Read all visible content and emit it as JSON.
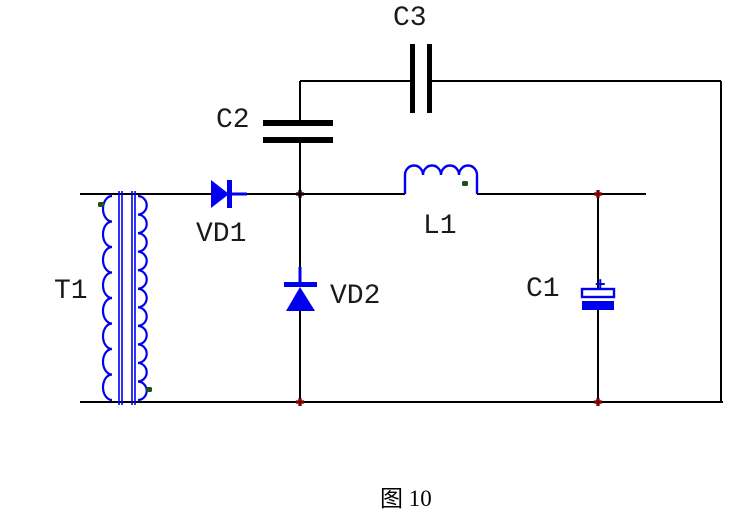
{
  "figure": {
    "caption": "图 10"
  },
  "components": {
    "transformer": {
      "label": "T1"
    },
    "diode_vd1": {
      "label": "VD1"
    },
    "diode_vd2": {
      "label": "VD2"
    },
    "capacitor_c1": {
      "label": "C1",
      "polarity_mark": "+"
    },
    "capacitor_c2": {
      "label": "C2"
    },
    "capacitor_c3": {
      "label": "C3"
    },
    "inductor_l1": {
      "label": "L1"
    }
  },
  "colors": {
    "component_blue": "#0000EE",
    "wire_black": "#000000",
    "junction_dot_maroon": "#7B0000",
    "junction_dot_dark": "#1A0000",
    "polarity_dot_green": "#1B511B",
    "label_text": "#1A1A1A",
    "page_bg": "#FFFFFF"
  }
}
